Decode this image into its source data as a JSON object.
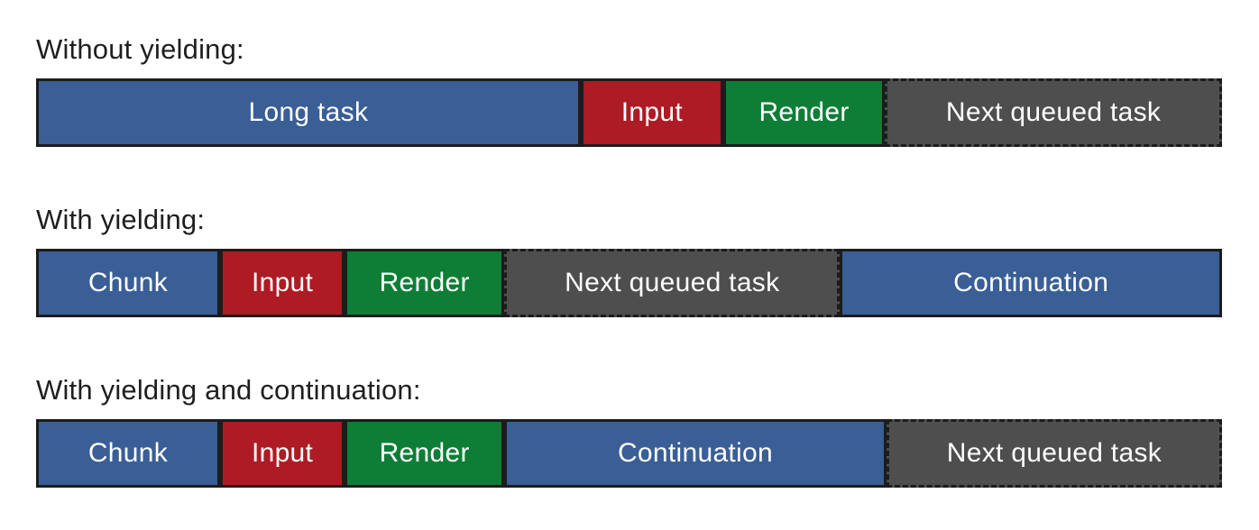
{
  "colors": {
    "blue": "#3a5e96",
    "red": "#ad1b24",
    "green": "#0e7e36",
    "gray": "#4e4e4e",
    "border": "#1c1c1c",
    "heading_text": "#1f1f1f",
    "segment_text": "#ffffff",
    "background": "#ffffff"
  },
  "rows": [
    {
      "heading": "Without yielding:",
      "segments": [
        {
          "label": "Long task",
          "color": "blue",
          "width_pct": 46.3,
          "dashed": false
        },
        {
          "label": "Input",
          "color": "red",
          "width_pct": 11.8,
          "dashed": false
        },
        {
          "label": "Render",
          "color": "green",
          "width_pct": 13.4,
          "dashed": false
        },
        {
          "label": "Next queued task",
          "color": "gray",
          "width_pct": 28.5,
          "dashed": true
        }
      ]
    },
    {
      "heading": "With yielding:",
      "segments": [
        {
          "label": "Chunk",
          "color": "blue",
          "width_pct": 15.4,
          "dashed": false
        },
        {
          "label": "Input",
          "color": "red",
          "width_pct": 10.3,
          "dashed": false
        },
        {
          "label": "Render",
          "color": "green",
          "width_pct": 13.3,
          "dashed": false
        },
        {
          "label": "Next queued task",
          "color": "gray",
          "width_pct": 28.5,
          "dashed": true
        },
        {
          "label": "Continuation",
          "color": "blue",
          "width_pct": 32.5,
          "dashed": false
        }
      ]
    },
    {
      "heading": "With yielding and continuation:",
      "segments": [
        {
          "label": "Chunk",
          "color": "blue",
          "width_pct": 15.4,
          "dashed": false
        },
        {
          "label": "Input",
          "color": "red",
          "width_pct": 10.3,
          "dashed": false
        },
        {
          "label": "Render",
          "color": "green",
          "width_pct": 13.3,
          "dashed": false
        },
        {
          "label": "Continuation",
          "color": "blue",
          "width_pct": 32.5,
          "dashed": false
        },
        {
          "label": "Next queued task",
          "color": "gray",
          "width_pct": 28.5,
          "dashed": true
        }
      ]
    }
  ]
}
